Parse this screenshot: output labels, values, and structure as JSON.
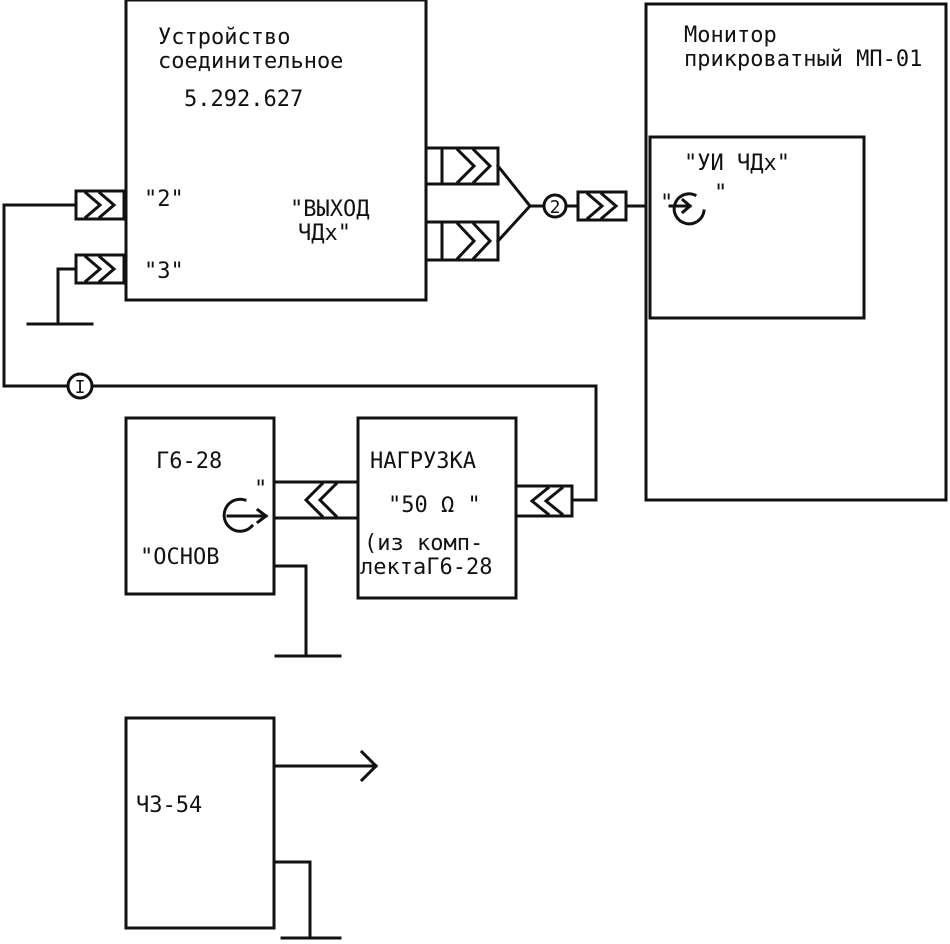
{
  "connector_device": {
    "title_line1": "Устройство",
    "title_line2": "соединительное",
    "code": "5.292.627",
    "port2": "\"2\"",
    "port3": "\"3\"",
    "output_line1": "\"ВЫХОД",
    "output_line2": "ЧДх\""
  },
  "monitor": {
    "title_line1": "Монитор",
    "title_line2": "прикроватный МП-01",
    "module": "\"УИ ЧДх\"",
    "input_quote_open": "\"",
    "input_quote_close": "\""
  },
  "generator": {
    "name": "Г6-28",
    "port": "\"ОСНОВ",
    "port_quote": "\""
  },
  "load": {
    "title": "НАГРУЗКА",
    "value": "\"50 Ω \"",
    "note_line1": "(из комп-",
    "note_line2": "лектаГ6-28"
  },
  "counter": {
    "name": "Ч3-54"
  },
  "markers": {
    "cable1": "I",
    "cable2": "2"
  }
}
